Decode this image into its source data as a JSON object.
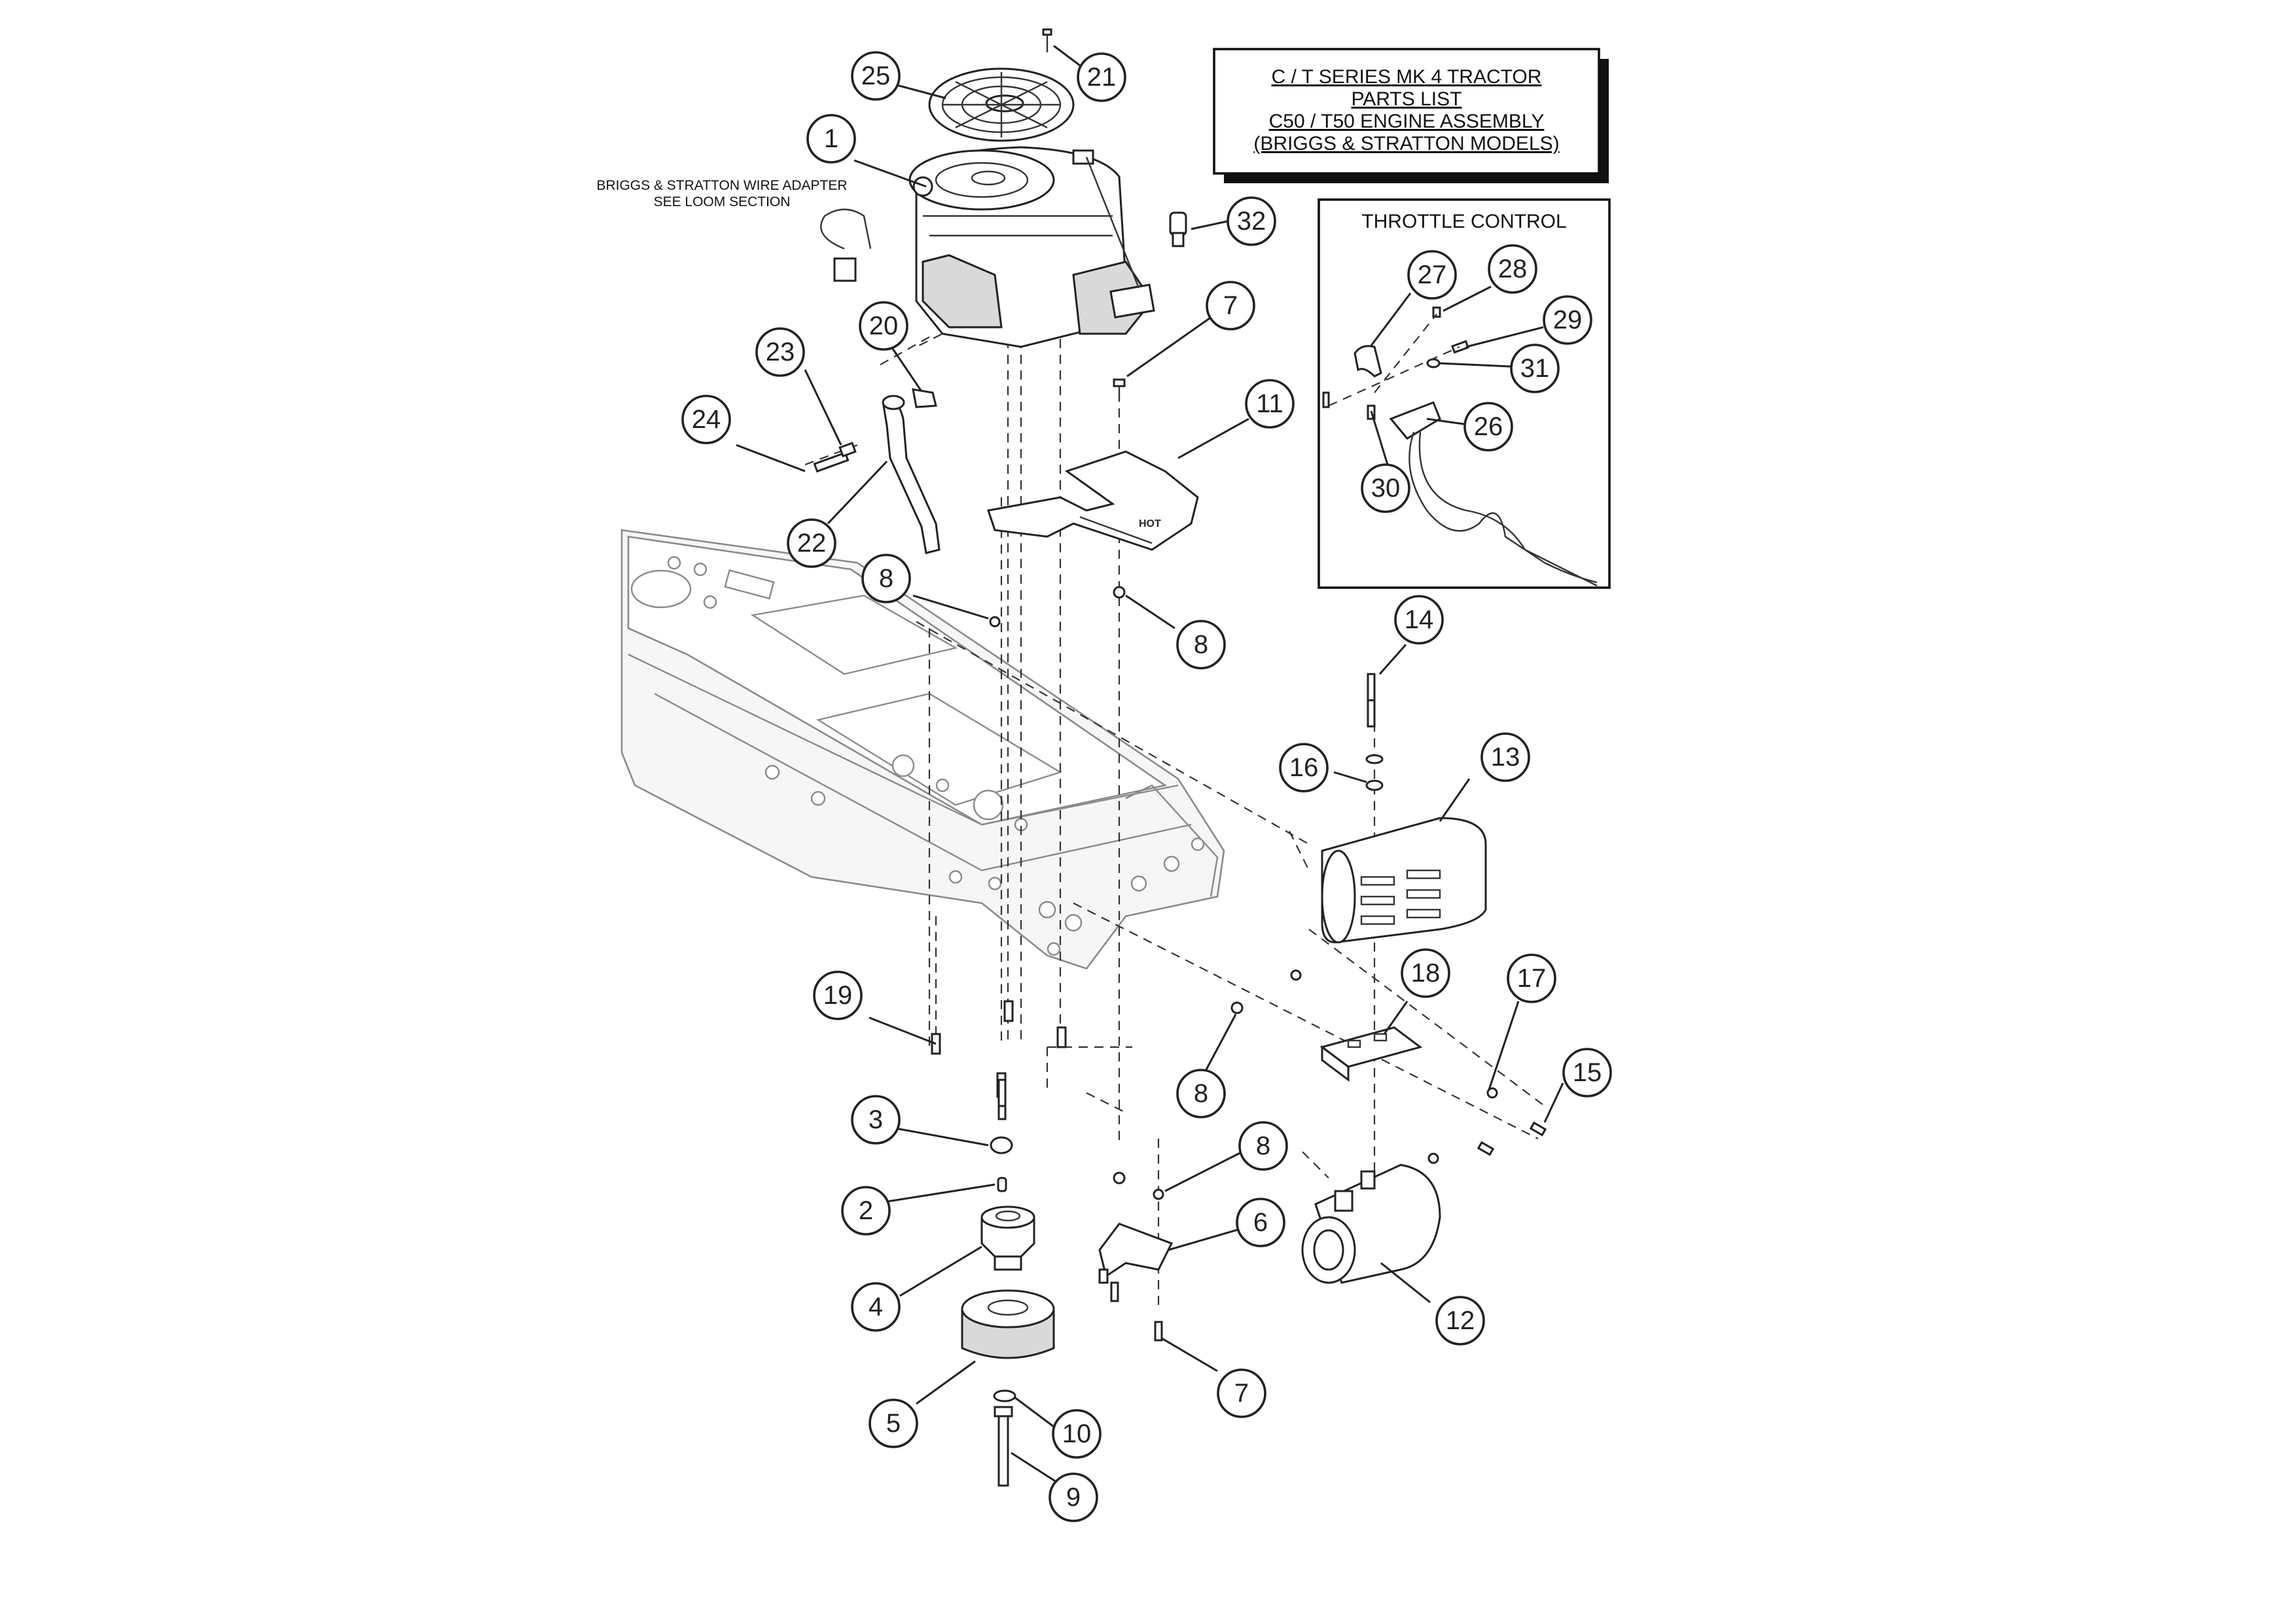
{
  "title_box": {
    "lines": [
      "C / T SERIES MK 4 TRACTOR",
      "PARTS LIST",
      "C50 / T50 ENGINE ASSEMBLY",
      "(BRIGGS & STRATTON MODELS)"
    ]
  },
  "throttle_box": {
    "title": "THROTTLE CONTROL"
  },
  "wire_note": {
    "lines": [
      "BRIGGS & STRATTON WIRE ADAPTER",
      "SEE LOOM SECTION"
    ]
  },
  "hot_label": "HOT",
  "callouts": [
    {
      "id": "c25",
      "label": "25"
    },
    {
      "id": "c21",
      "label": "21"
    },
    {
      "id": "c1",
      "label": "1"
    },
    {
      "id": "c32",
      "label": "32"
    },
    {
      "id": "c7a",
      "label": "7"
    },
    {
      "id": "c23",
      "label": "23"
    },
    {
      "id": "c20",
      "label": "20"
    },
    {
      "id": "c24",
      "label": "24"
    },
    {
      "id": "c11",
      "label": "11"
    },
    {
      "id": "c22",
      "label": "22"
    },
    {
      "id": "c8a",
      "label": "8"
    },
    {
      "id": "c8b",
      "label": "8"
    },
    {
      "id": "c14",
      "label": "14"
    },
    {
      "id": "c16",
      "label": "16"
    },
    {
      "id": "c13",
      "label": "13"
    },
    {
      "id": "c19",
      "label": "19"
    },
    {
      "id": "c18",
      "label": "18"
    },
    {
      "id": "c17",
      "label": "17"
    },
    {
      "id": "c8c",
      "label": "8"
    },
    {
      "id": "c15",
      "label": "15"
    },
    {
      "id": "c3",
      "label": "3"
    },
    {
      "id": "c8d",
      "label": "8"
    },
    {
      "id": "c2",
      "label": "2"
    },
    {
      "id": "c6",
      "label": "6"
    },
    {
      "id": "c4",
      "label": "4"
    },
    {
      "id": "c12",
      "label": "12"
    },
    {
      "id": "c7b",
      "label": "7"
    },
    {
      "id": "c5",
      "label": "5"
    },
    {
      "id": "c10",
      "label": "10"
    },
    {
      "id": "c9",
      "label": "9"
    },
    {
      "id": "c27",
      "label": "27"
    },
    {
      "id": "c28",
      "label": "28"
    },
    {
      "id": "c29",
      "label": "29"
    },
    {
      "id": "c31",
      "label": "31"
    },
    {
      "id": "c26",
      "label": "26"
    },
    {
      "id": "c30",
      "label": "30"
    }
  ]
}
